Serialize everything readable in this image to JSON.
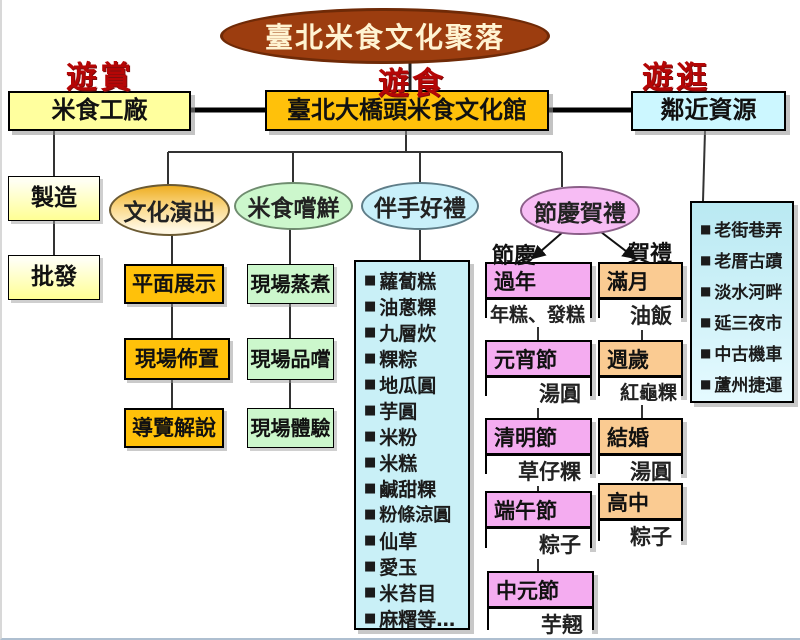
{
  "title": "臺北米食文化聚落",
  "section_labels": {
    "left": "遊賞",
    "center": "遊食",
    "right": "遊逛"
  },
  "top_nodes": {
    "factory": "米食工廠",
    "museum": "臺北大橋頭米食文化館",
    "nearby": "鄰近資源"
  },
  "factory_children": [
    "製造",
    "批發"
  ],
  "branches": {
    "culture": {
      "label": "文化演出",
      "items": [
        "平面展示",
        "現場佈置",
        "導覽解說"
      ]
    },
    "tasting": {
      "label": "米食嚐鮮",
      "items": [
        "現場蒸煮",
        "現場品嚐",
        "現場體驗"
      ]
    },
    "souvenir": {
      "label": "伴手好禮",
      "items": [
        "蘿蔔糕",
        "油蔥粿",
        "九層炊",
        "粿粽",
        "地瓜圓",
        "芋圓",
        "米粉",
        "米糕",
        "鹹甜粿",
        "粉條涼圓",
        "仙草",
        "愛玉",
        "米苔目",
        "麻糬等…"
      ]
    },
    "festival_gift": {
      "label": "節慶賀禮",
      "festival_col_label": "節慶",
      "gift_col_label": "賀禮",
      "festivals": [
        {
          "name": "過年",
          "food": "年糕、發糕"
        },
        {
          "name": "元宵節",
          "food": "湯圓"
        },
        {
          "name": "清明節",
          "food": "草仔粿"
        },
        {
          "name": "端午節",
          "food": "粽子"
        },
        {
          "name": "中元節",
          "food": "芋翹"
        }
      ],
      "gifts": [
        {
          "name": "滿月",
          "food": "油飯"
        },
        {
          "name": "週歲",
          "food": "紅龜粿"
        },
        {
          "name": "結婚",
          "food": "湯圓"
        },
        {
          "name": "高中",
          "food": "粽子"
        }
      ]
    }
  },
  "nearby_items": [
    "老街巷弄",
    "老厝古蹟",
    "淡水河畔",
    "延三夜市",
    "中古機車",
    "蘆州捷運"
  ],
  "colors": {
    "title_bg": "#9c3d0f",
    "title_text": "#fff4d2",
    "red_label": "#b50606",
    "factory_bg": "#ffff9e",
    "museum_bg": "#ffc10a",
    "nearby_bg": "#ccf7ff",
    "pale_yellow_bg": "#ffffc2",
    "culture_ellipse": "#f2b22e",
    "tasting_bg": "#ccf7cc",
    "souvenir_bg": "#c9f0f7",
    "festival_ellipse": "#f7bcf4",
    "festival_header": "#f4acf0",
    "gift_header": "#facb92",
    "orange_box": "#ffc10a"
  }
}
